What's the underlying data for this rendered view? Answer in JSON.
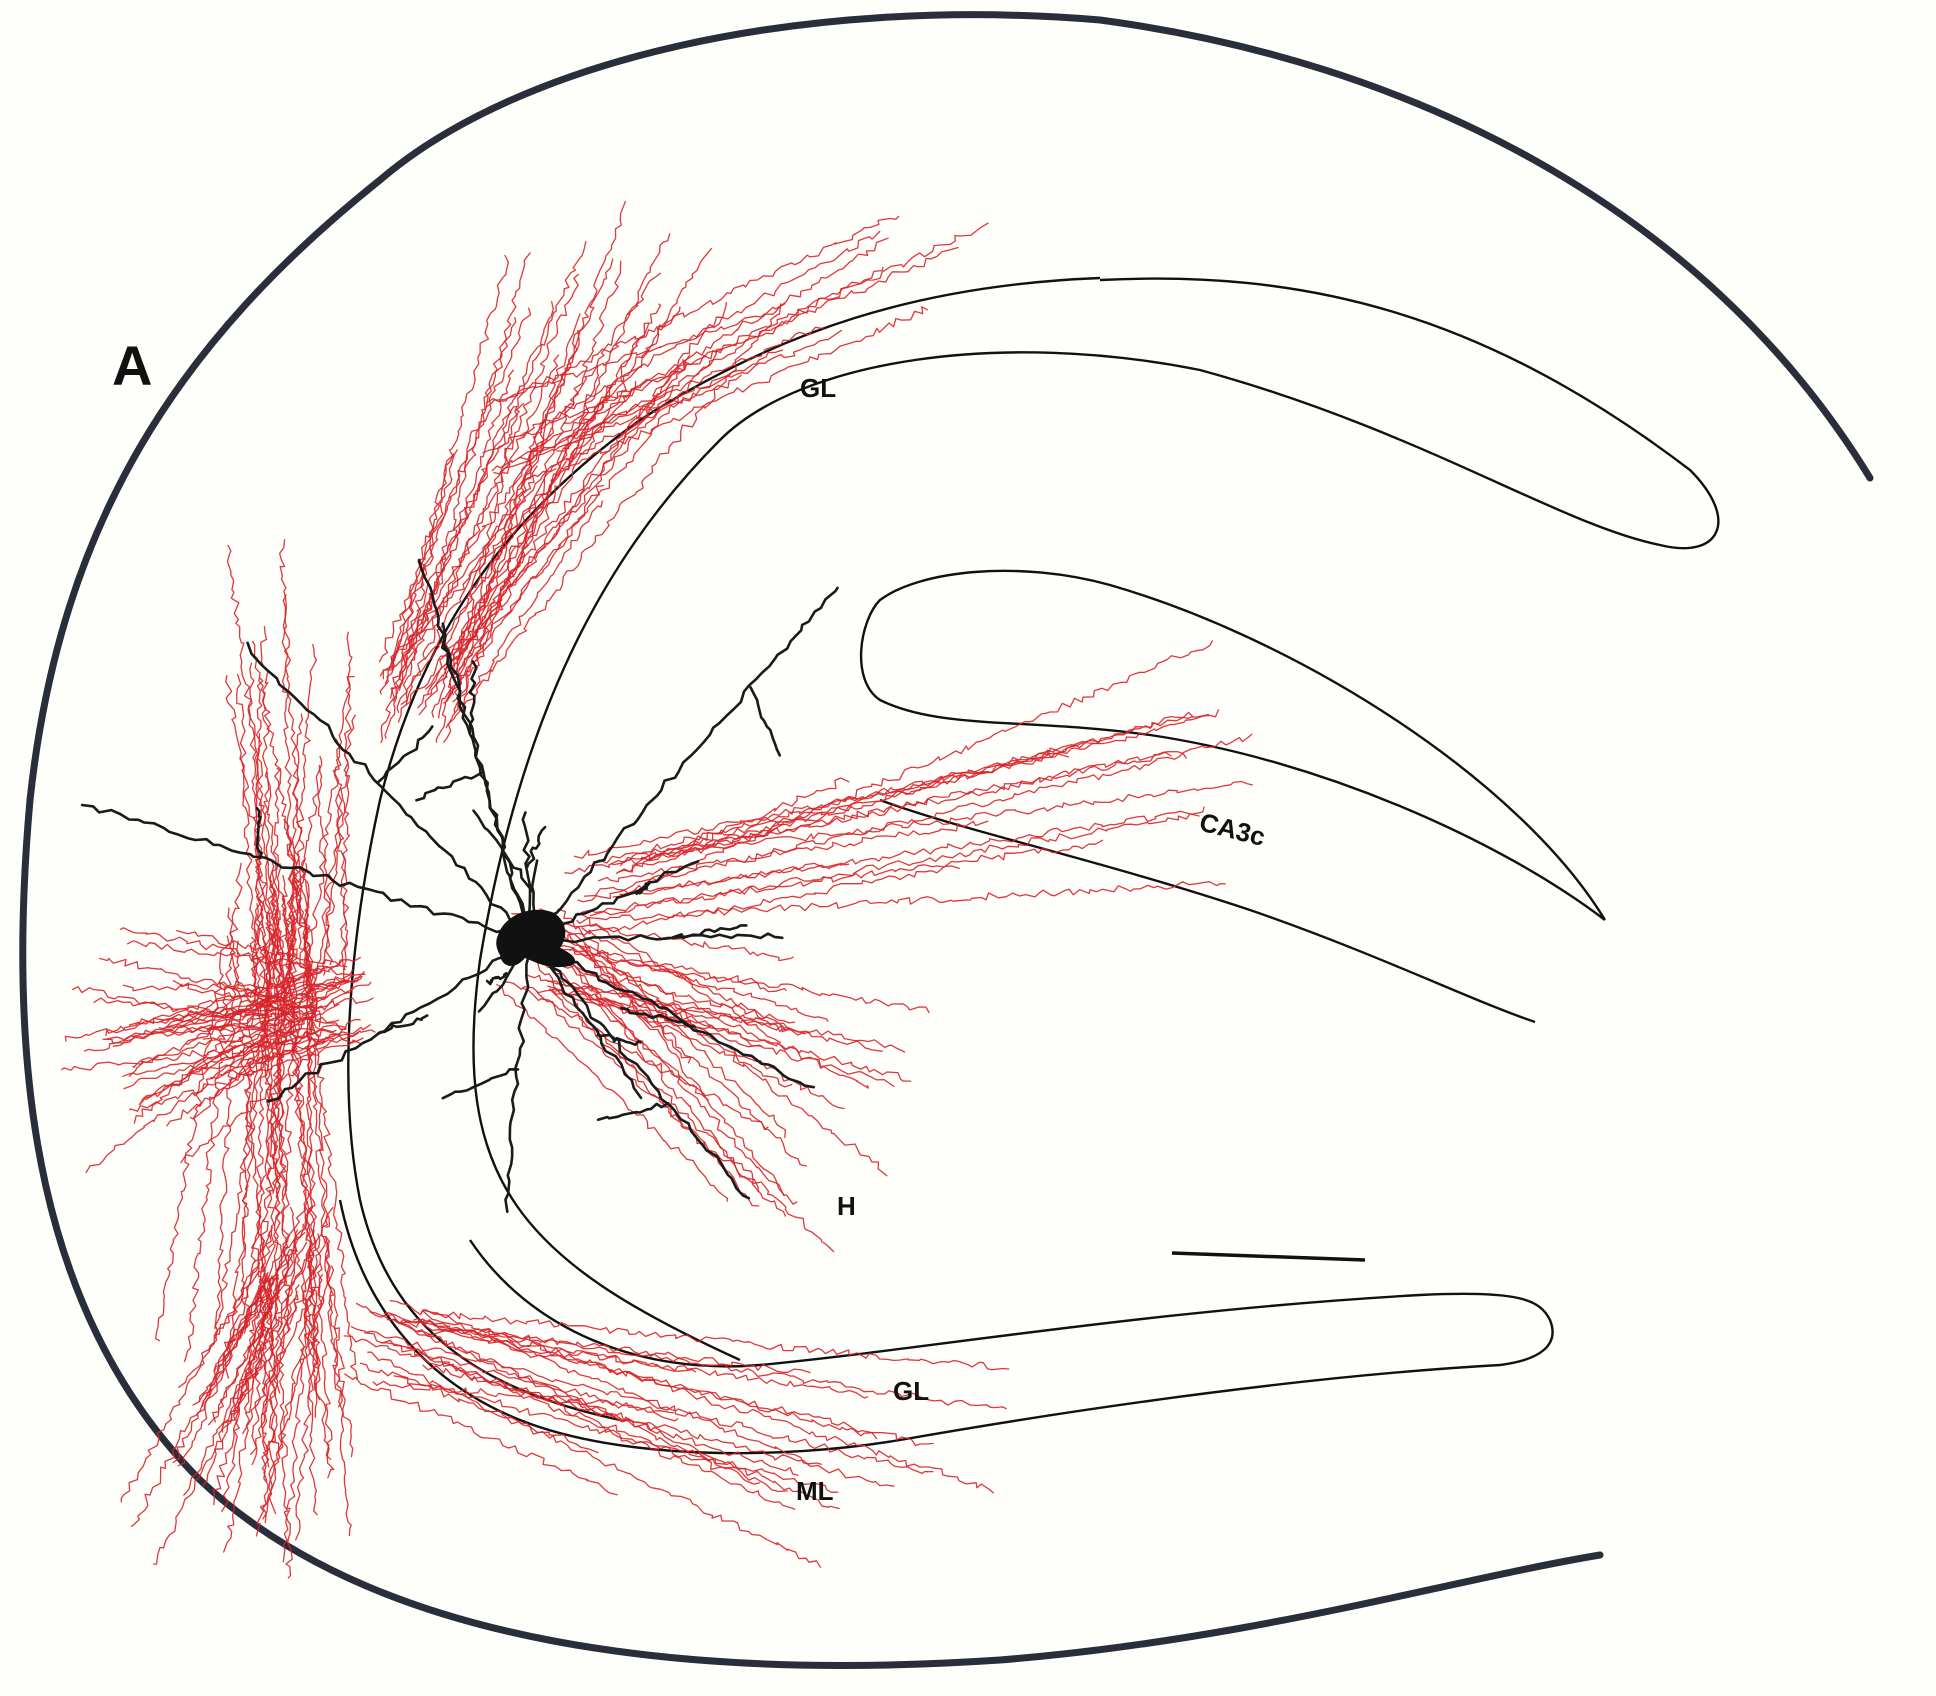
{
  "figure": {
    "panel_label": "A",
    "labels": {
      "gl_upper": "GL",
      "ca3c": "CA3c",
      "h": "H",
      "gl_lower": "GL",
      "ml": "ML"
    },
    "colors": {
      "background": "#fefefa",
      "outline": "#2a2d3a",
      "dendrite": "#1a1a1a",
      "axon": "#d8232a"
    }
  }
}
